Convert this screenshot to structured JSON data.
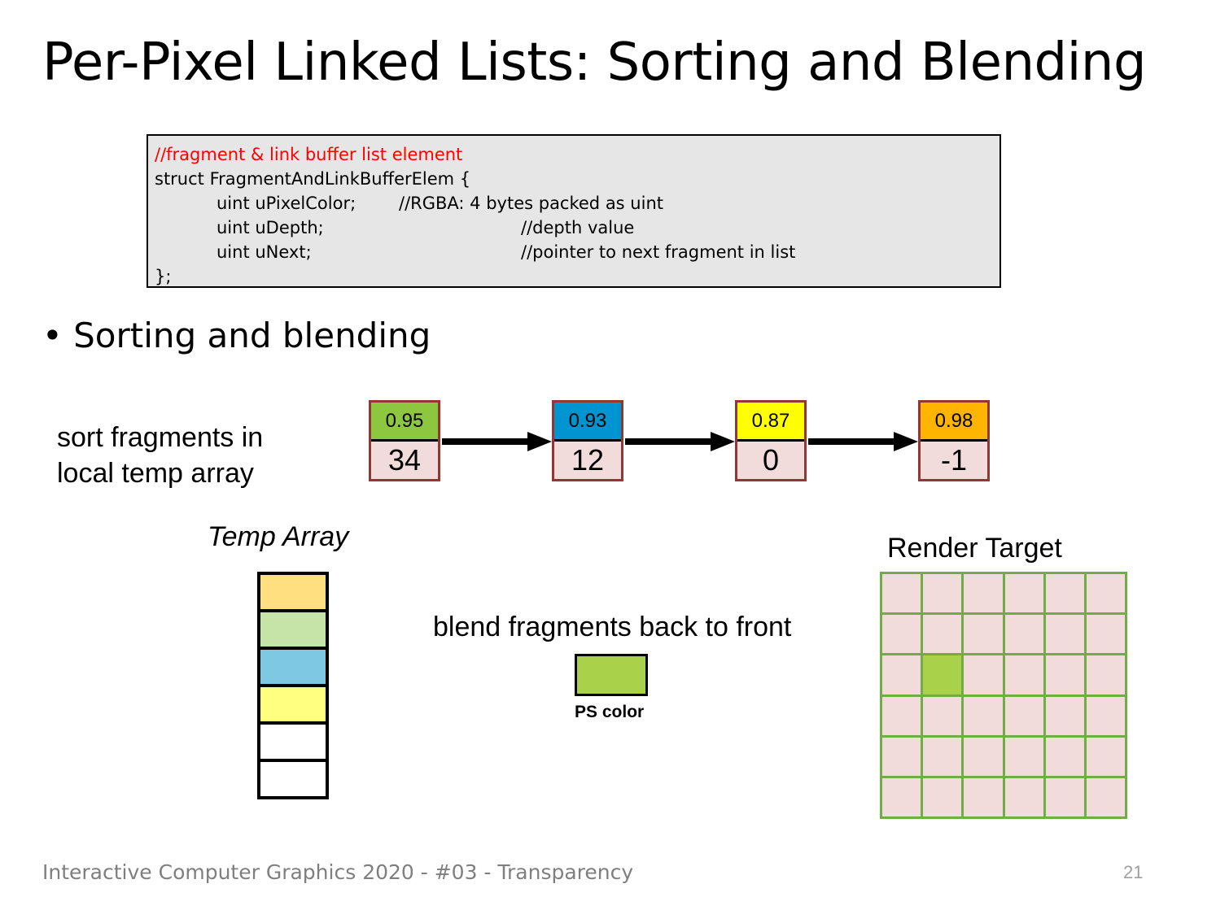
{
  "title": "Per-Pixel Linked Lists: Sorting and Blending",
  "code": {
    "comment": "//fragment & link buffer list element",
    "struct_open": "struct FragmentAndLinkBufferElem {",
    "fields": [
      {
        "decl": "uint uPixelColor;",
        "comment": "//RGBA: 4 bytes packed as uint"
      },
      {
        "decl": "uint uDepth;",
        "comment": "//depth value"
      },
      {
        "decl": "uint uNext;",
        "comment": "//pointer to next fragment in list"
      }
    ],
    "struct_close": "};"
  },
  "bullet": "Sorting and blending",
  "sort_label": [
    "sort fragments in",
    "local temp array"
  ],
  "list_nodes": [
    {
      "depth": "0.95",
      "next": "34",
      "color": "#8dc63f"
    },
    {
      "depth": "0.93",
      "next": "12",
      "color": "#0094d0"
    },
    {
      "depth": "0.87",
      "next": "0",
      "color": "#ffff00"
    },
    {
      "depth": "0.98",
      "next": "-1",
      "color": "#ffb400"
    }
  ],
  "temp_array": {
    "label": "Temp Array",
    "cells": [
      "#ffdf80",
      "#c7e4a8",
      "#7ec8e3",
      "#ffff80",
      "#ffffff",
      "#ffffff"
    ]
  },
  "blend": {
    "label": "blend fragments back to front",
    "ps_label": "PS color",
    "ps_color": "#a9d24a"
  },
  "render_target": {
    "label": "Render Target",
    "rows": 6,
    "cols": 6,
    "highlight_row": 2,
    "highlight_col": 1
  },
  "footer": "Interactive Computer Graphics 2020 - #03 - Transparency",
  "page_number": "21"
}
